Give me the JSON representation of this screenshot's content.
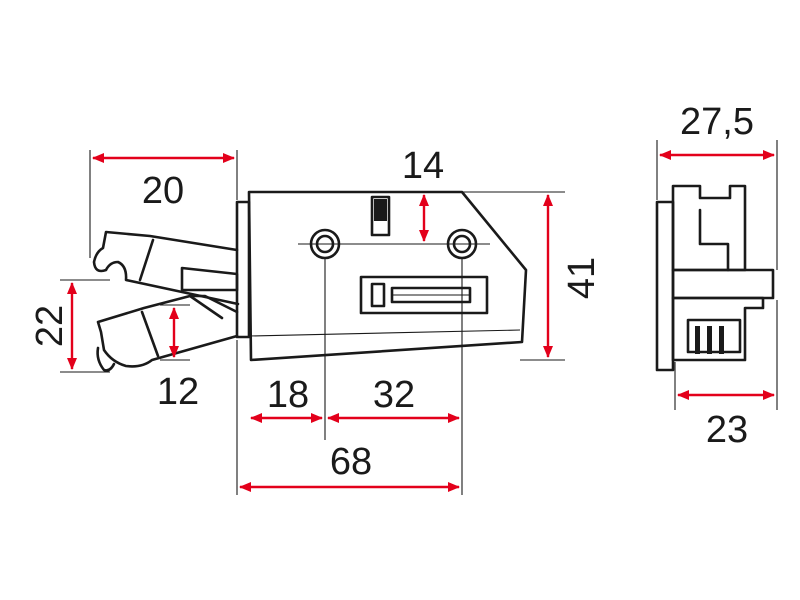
{
  "colors": {
    "outline": "#1a1a1a",
    "dimension": "#e3001b",
    "background": "#ffffff"
  },
  "dimensions": {
    "top_jaw_length": "20",
    "jaw_spread": "22",
    "jaw_thickness": "12",
    "slot_offset": "14",
    "body_height": "41",
    "hole_offset": "18",
    "hole_spacing": "32",
    "overall_length": "68",
    "side_width_top": "27,5",
    "side_width_bottom": "23"
  }
}
